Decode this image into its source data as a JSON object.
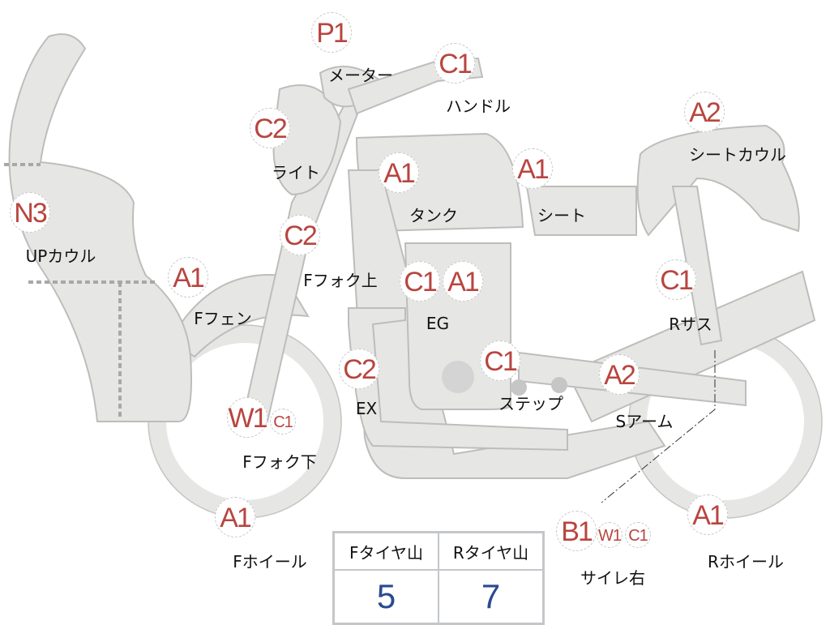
{
  "parts": [
    {
      "grades": [
        "P1"
      ],
      "label": "メーター"
    },
    {
      "grades": [
        "C1"
      ],
      "label": "ハンドル"
    },
    {
      "grades": [
        "C2"
      ],
      "label": "ライト"
    },
    {
      "grades": [
        "A2"
      ],
      "label": "シートカウル"
    },
    {
      "grades": [
        "A1"
      ],
      "label": "タンク"
    },
    {
      "grades": [
        "A1"
      ],
      "label": "シート"
    },
    {
      "grades": [
        "N3"
      ],
      "label": "UPカウル"
    },
    {
      "grades": [
        "C2"
      ],
      "label": "Fフォク上"
    },
    {
      "grades": [
        "A1"
      ],
      "label": "Fフェン"
    },
    {
      "grades": [
        "C1",
        "A1"
      ],
      "label": "EG"
    },
    {
      "grades": [
        "C1"
      ],
      "label": "Rサス"
    },
    {
      "grades": [
        "C2"
      ],
      "label": "EX"
    },
    {
      "grades": [
        "C1"
      ],
      "label": "ステップ"
    },
    {
      "grades": [
        "A2"
      ],
      "label": "Sアーム"
    },
    {
      "grades": [
        "W1",
        "C1"
      ],
      "label": "Fフォク下"
    },
    {
      "grades": [
        "A1"
      ],
      "label": "Fホイール"
    },
    {
      "grades": [
        "B1",
        "W1",
        "C1"
      ],
      "label": "サイレ右"
    },
    {
      "grades": [
        "A1"
      ],
      "label": "Rホイール"
    }
  ],
  "tire_table": {
    "headers": [
      "Fタイヤ山",
      "Rタイヤ山"
    ],
    "values": [
      "5",
      "7"
    ]
  },
  "colors": {
    "grade": "#b8453f",
    "tire_value": "#2b4a8f",
    "body": "#e6e6e4"
  }
}
